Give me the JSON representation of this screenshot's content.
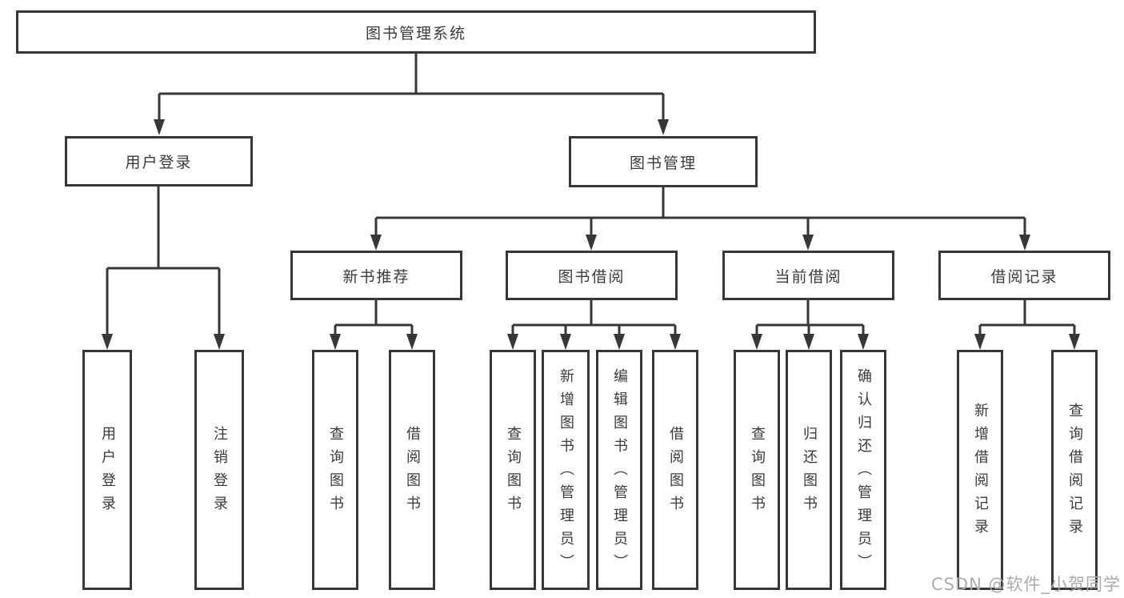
{
  "colors": {
    "line": "#373737",
    "box_border": "#373737",
    "box_background": "#ffffff",
    "text": "#3a3a3a",
    "watermark": "#ababab",
    "page_background": "#ffffff"
  },
  "watermark": "CSDN @软件_小贺同学",
  "diagram": {
    "root": "图书管理系统",
    "branches": [
      {
        "label": "用户登录",
        "leaves": [
          "用户登录",
          "注销登录"
        ]
      },
      {
        "label": "图书管理",
        "children": [
          {
            "label": "新书推荐",
            "leaves": [
              "查询图书",
              "借阅图书"
            ]
          },
          {
            "label": "图书借阅",
            "leaves": [
              "查询图书",
              "新增图书（管理员）",
              "编辑图书（管理员）",
              "借阅图书"
            ]
          },
          {
            "label": "当前借阅",
            "leaves": [
              "查询图书",
              "归还图书",
              "确认归还（管理员）"
            ]
          },
          {
            "label": "借阅记录",
            "leaves": [
              "新增借阅记录",
              "查询借阅记录"
            ]
          }
        ]
      }
    ]
  }
}
